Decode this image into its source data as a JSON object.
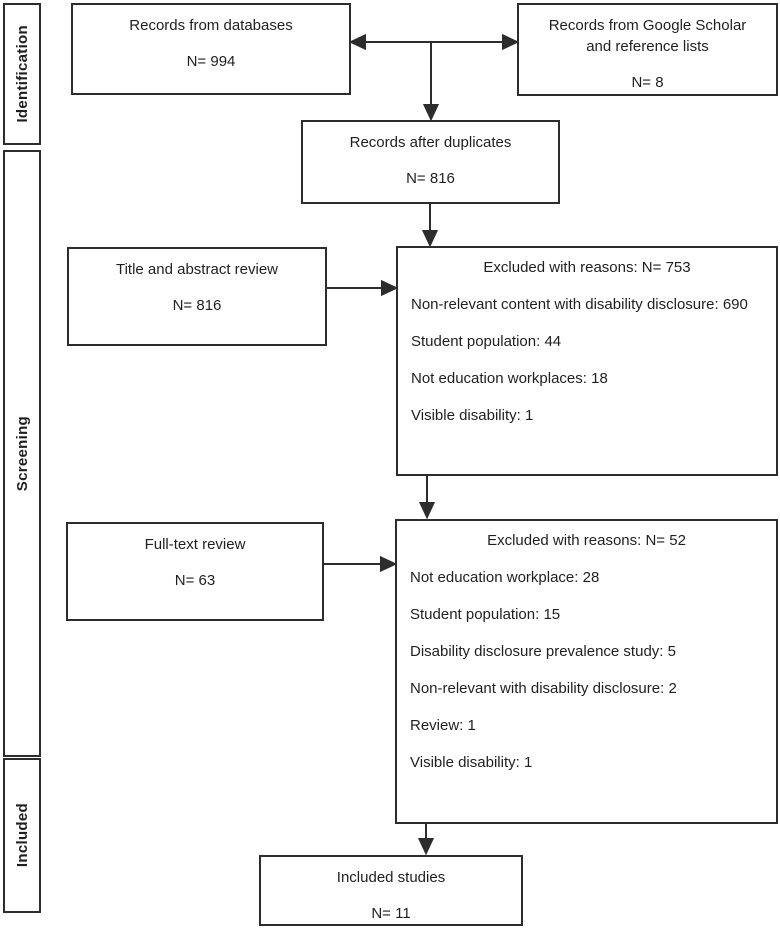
{
  "sidebar": {
    "identification": "Identification",
    "screening": "Screening",
    "included": "Included"
  },
  "boxes": {
    "records_databases": {
      "title": "Records from databases",
      "count": "N= 994"
    },
    "records_google": {
      "title": "Records from Google Scholar and reference lists",
      "count": "N= 8"
    },
    "records_after_duplicates": {
      "title": "Records after duplicates",
      "count": "N= 816"
    },
    "title_abstract_review": {
      "title": "Title and abstract review",
      "count": "N= 816"
    },
    "excluded_title_abstract": {
      "title": "Excluded with reasons: N= 753",
      "items": [
        "Non-relevant content with disability disclosure: 690",
        "Student population: 44",
        "Not education workplaces: 18",
        "Visible disability: 1"
      ]
    },
    "full_text_review": {
      "title": "Full-text review",
      "count": "N= 63"
    },
    "excluded_full_text": {
      "title": "Excluded with reasons: N= 52",
      "items": [
        "Not education workplace: 28",
        "Student population: 15",
        "Disability disclosure prevalence study: 5",
        "Non-relevant with disability disclosure: 2",
        "Review: 1",
        "Visible disability: 1"
      ]
    },
    "included_studies": {
      "title": "Included studies",
      "count": "N= 11"
    }
  },
  "colors": {
    "line": "#2d2d2d",
    "text": "#1f1f1f",
    "background": "#ffffff"
  }
}
